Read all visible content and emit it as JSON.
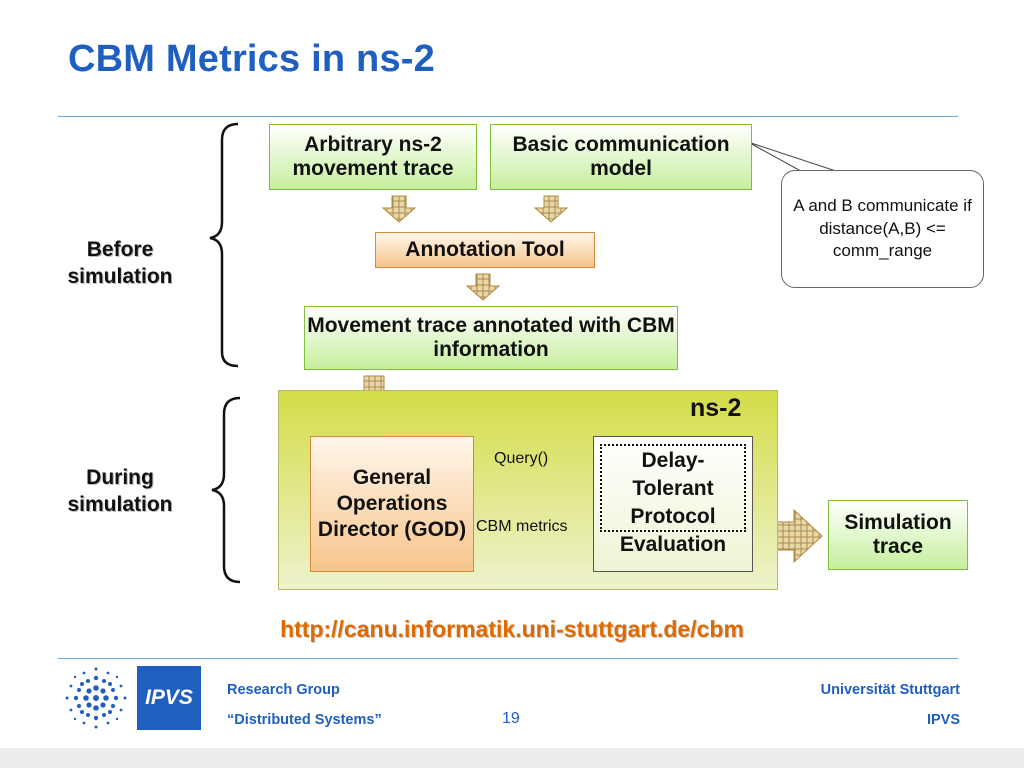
{
  "slide": {
    "title": "CBM Metrics in ns-2",
    "url": "http://canu.informatik.uni-stuttgart.de/cbm",
    "page_number": "19"
  },
  "phases": {
    "before": "Before simulation",
    "during": "During simulation"
  },
  "boxes": {
    "movement_trace": "Arbitrary ns-2 movement trace",
    "comm_model": "Basic communication model",
    "annotation_tool": "Annotation Tool",
    "annotated_trace": "Movement trace annotated with CBM information",
    "ns2_label": "ns-2",
    "god": "General Operations Director (GOD)",
    "dtp_line1": "Delay-",
    "dtp_line2": "Tolerant",
    "dtp_line3": "Protocol",
    "dtp_line4": "Evaluation",
    "sim_trace": "Simulation trace"
  },
  "arrows": {
    "query": "Query()",
    "cbm_metrics": "CBM metrics"
  },
  "callout": {
    "text": "A and B communicate if distance(A,B) <= comm_range"
  },
  "footer": {
    "logo_text": "IPVS",
    "group_line1": "Research Group",
    "group_line2": "“Distributed Systems”",
    "university": "Universität Stuttgart",
    "institute": "IPVS"
  },
  "colors": {
    "title_blue": "#1f5fbf",
    "url_orange": "#e06a00",
    "green_box": "#c6ef9c",
    "orange_box": "#f7c58c",
    "ns2_panel": "#d3dd47"
  }
}
